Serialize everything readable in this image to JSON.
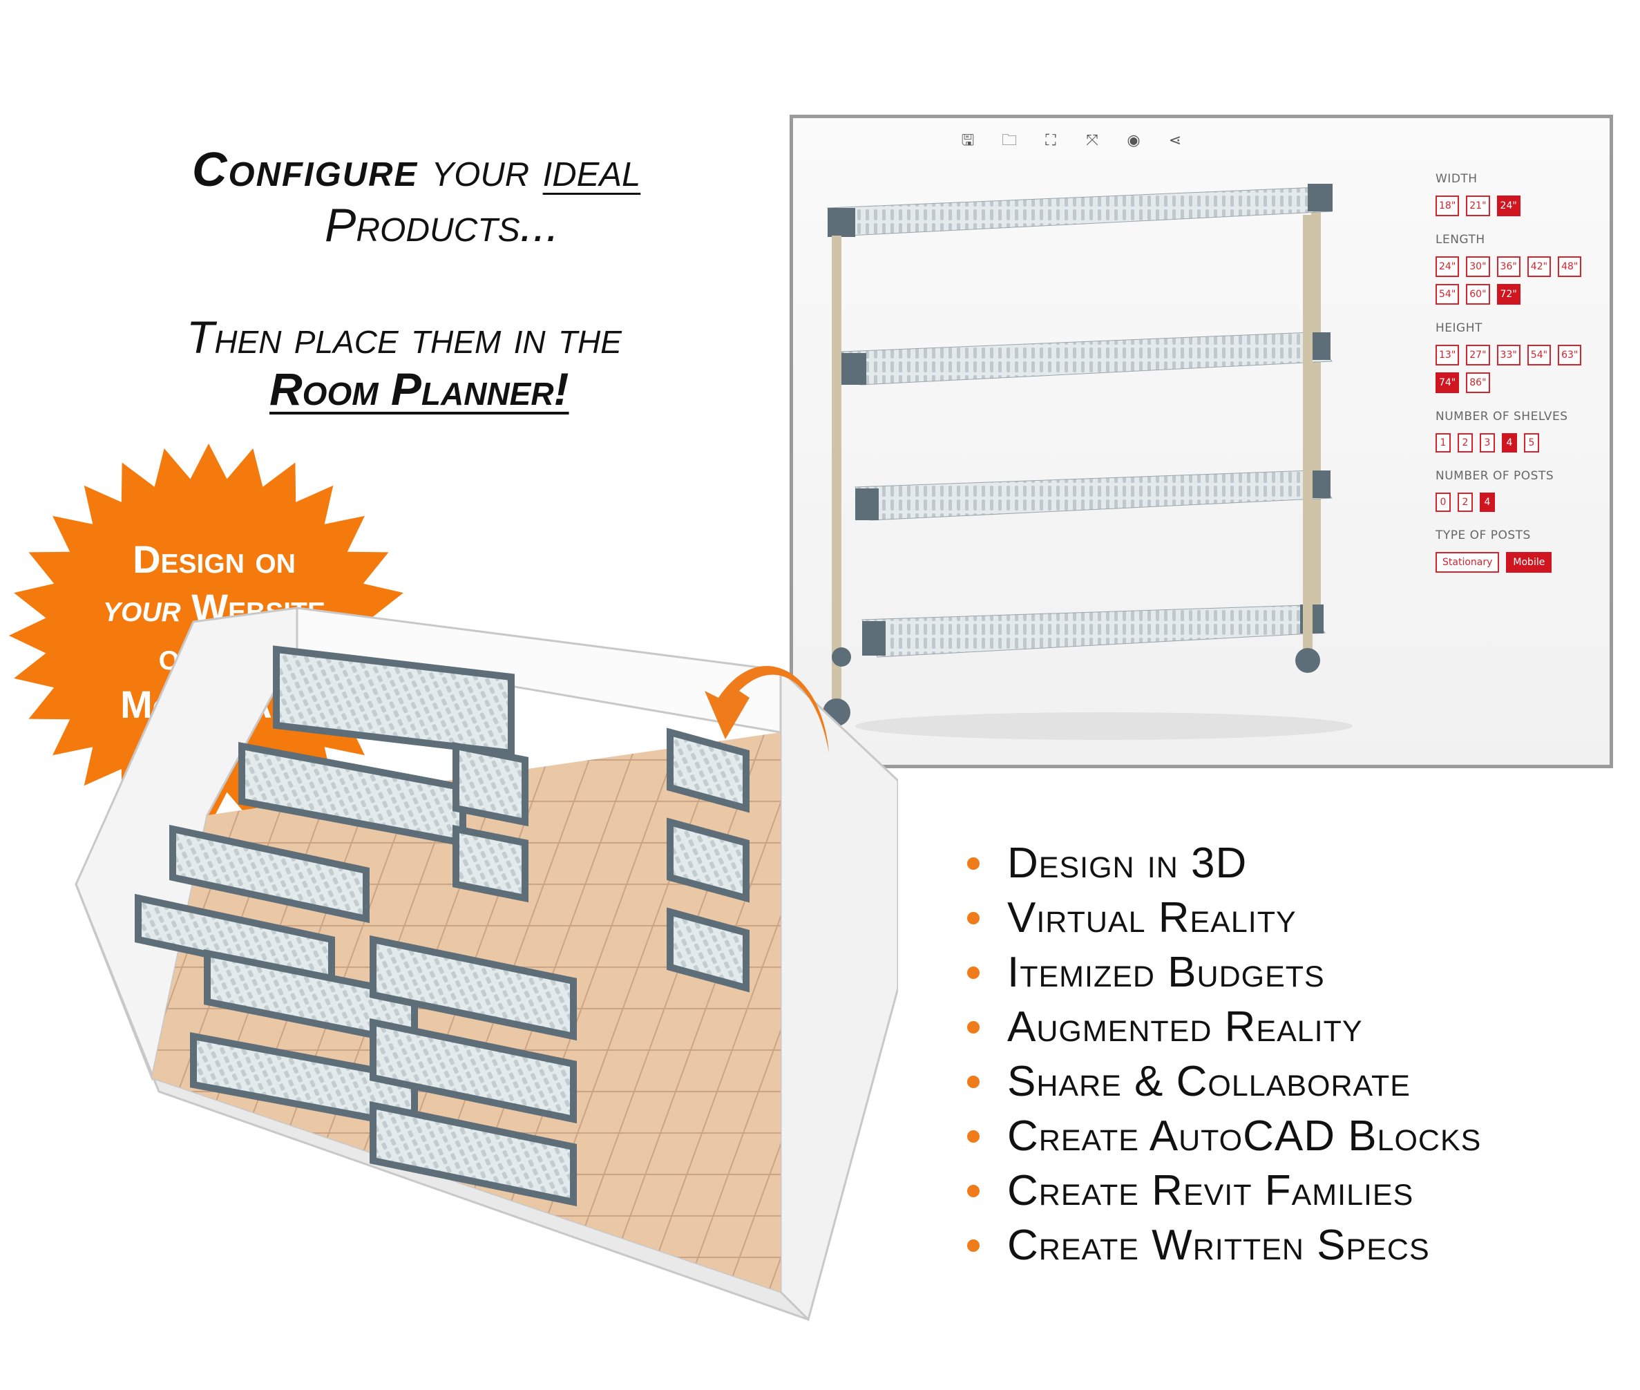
{
  "headline": {
    "configure": "Configure",
    "your": "your",
    "ideal": "ideal",
    "products": "Products...",
    "then": "Then place them in the",
    "room_planner": "Room Planner!"
  },
  "burst": {
    "line1": "Design on",
    "your": "your",
    "website": "Website",
    "line3": "or our",
    "line4": "Mobile App",
    "color": "#f57a0d"
  },
  "toolbar": {
    "icons": [
      "save-icon",
      "folder-icon",
      "fit-view-icon",
      "fullscreen-icon",
      "visibility-icon",
      "share-icon"
    ],
    "glyphs": [
      "🖫",
      "🗀",
      "⛶",
      "⤧",
      "◉",
      "⋖"
    ]
  },
  "options": {
    "width": {
      "title": "WIDTH",
      "values": [
        "18\"",
        "21\"",
        "24\""
      ],
      "selected": "24\""
    },
    "length": {
      "title": "LENGTH",
      "values": [
        "24\"",
        "30\"",
        "36\"",
        "42\"",
        "48\"",
        "54\"",
        "60\"",
        "72\""
      ],
      "selected": "72\""
    },
    "height": {
      "title": "HEIGHT",
      "values": [
        "13\"",
        "27\"",
        "33\"",
        "54\"",
        "63\"",
        "74\"",
        "86\""
      ],
      "selected": "74\""
    },
    "shelves": {
      "title": "NUMBER OF SHELVES",
      "values": [
        "1",
        "2",
        "3",
        "4",
        "5"
      ],
      "selected": "4"
    },
    "posts": {
      "title": "NUMBER OF POSTS",
      "values": [
        "0",
        "2",
        "4"
      ],
      "selected": "4"
    },
    "post_type": {
      "title": "TYPE OF POSTS",
      "values": [
        "Stationary",
        "Mobile"
      ],
      "selected": "Mobile"
    }
  },
  "features": [
    "Design in 3D",
    "Virtual Reality",
    "Itemized  Budgets",
    "Augmented Reality",
    "Share & Collaborate",
    "Create AutoCAD Blocks",
    "Create Revit Families",
    "Create Written Specs"
  ],
  "colors": {
    "accent": "#ef7b1a",
    "config_red": "#cf1520",
    "shelf_frame": "#5e6e78",
    "post": "#cfc3a8"
  }
}
